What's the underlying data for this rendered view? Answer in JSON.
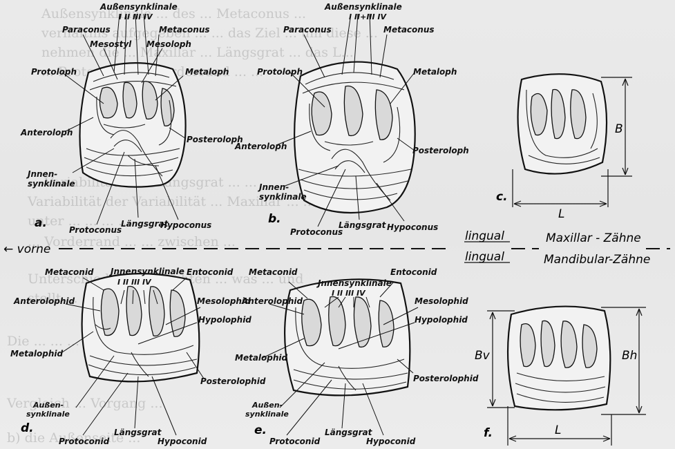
{
  "top_labels_a": {
    "aussen": "Außensynklinale",
    "roman": "I  II  III  IV",
    "paraconus": "Paraconus",
    "metaconus": "Metaconus",
    "mesostyl": "Mesostyl",
    "mesoloph": "Mesoloph",
    "protoloph": "Protoloph",
    "metaloph": "Metaloph",
    "anteroloph": "Anteroloph",
    "posteroloph": "Posteroloph",
    "innen1": "Jnnen-",
    "innen2": "synklinale",
    "protoconus": "Protoconus",
    "laengsgrat": "Längsgrat",
    "hypoconus": "Hypoconus",
    "fig": "a."
  },
  "top_labels_b": {
    "aussen": "Außensynklinale",
    "roman": "I  II+III  IV",
    "paraconus": "Paraconus",
    "metaconus": "Metaconus",
    "protoloph": "Protoloph",
    "metaloph": "Metaloph",
    "anteroloph": "Anteroloph",
    "posteroloph": "Posteroloph",
    "innen1": "Jnnen-",
    "innen2": "synklinale",
    "protoconus": "Protoconus",
    "laengsgrat": "Längsgrat",
    "hypoconus": "Hypoconus",
    "fig": "b."
  },
  "fig_c": {
    "fig": "c.",
    "B": "B",
    "L": "L"
  },
  "divider": {
    "vorne": "← vorne",
    "lingual_top": "lingual",
    "lingual_bottom": "lingual",
    "maxillar": "Maxillar - Zähne",
    "mandibular": "Mandibular-Zähne"
  },
  "bottom_labels_d": {
    "metaconid": "Metaconid",
    "innen": "Jnnensynklinale",
    "roman": "I  II  III  IV",
    "entoconid": "Entoconid",
    "anterolophid": "Anterolophid",
    "mesolophid": "Mesolophid",
    "hypolophid": "Hypolophid",
    "metalophid": "Metalophid",
    "posterolophid": "Posterolophid",
    "aussen1": "Außen-",
    "aussen2": "synklinale",
    "protoconid": "Protoconid",
    "laengsgrat": "Längsgrat",
    "hypoconid": "Hypoconid",
    "fig": "d."
  },
  "bottom_labels_e": {
    "metaconid": "Metaconid",
    "innen": "Jnnensynklinale",
    "roman": "I  II  III  IV",
    "entoconid": "Entoconid",
    "anterolophid": "Anterolophid",
    "mesolophid": "Mesolophid",
    "hypolophid": "Hypolophid",
    "metalophid": "Metalophid",
    "posterolophid": "Posterolophid",
    "aussen1": "Außen-",
    "aussen2": "synklinale",
    "protoconid": "Protoconid",
    "laengsgrat": "Längsgrat",
    "hypoconid": "Hypoconid",
    "fig": "e."
  },
  "fig_f": {
    "fig": "f.",
    "Bv": "Bv",
    "Bh": "Bh",
    "L": "L"
  },
  "background_text": [
    "Außensynklinale ... des ... Metaconus ...",
    "verhältnis aufgegeben ... ... das Ziel ... um diese ...",
    "nehmen die ... Maxillar ... Längsgrat ... das L...",
    "... Protoconus ... Vorderrand ... ...",
    "... Variabilität ... ... Längsgrat ... ...",
    "Variabilität der Variabilität ... Maxillar ... ...",
    "unter ... ... ... ...",
    "... Vorderrand ... ... zwischen ...",
    "Unterschied zu beobachten ... was ... und",
    "stellt ...",
    "Die ... ... ... Vergleich ... ...",
    "Vergleich ... Vorgang ...",
    "b) die Außenseite ..."
  ]
}
